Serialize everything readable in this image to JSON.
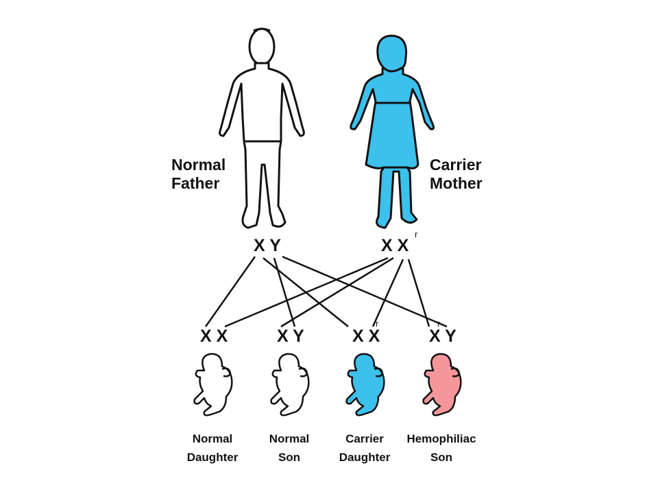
{
  "colors": {
    "carrier": "#3cc0ec",
    "hemophiliac": "#f5979a",
    "normal": "#ffffff",
    "outline": "#111111"
  },
  "parents": {
    "father": {
      "label_line1": "Normal",
      "label_line2": "Father",
      "genotype": [
        "X",
        "Y"
      ]
    },
    "mother": {
      "label_line1": "Carrier",
      "label_line2": "Mother",
      "genotype": [
        "X",
        "X"
      ],
      "allele_superscript": "r"
    }
  },
  "children": [
    {
      "genotype": [
        "X",
        "X"
      ],
      "superscript": "",
      "label_line1": "Normal",
      "label_line2": "Daughter",
      "status": "normal"
    },
    {
      "genotype": [
        "X",
        "Y"
      ],
      "superscript": "",
      "label_line1": "Normal",
      "label_line2": "Son",
      "status": "normal"
    },
    {
      "genotype": [
        "X",
        "X"
      ],
      "superscript": "r",
      "label_line1": "Carrier",
      "label_line2": "Daughter",
      "status": "carrier"
    },
    {
      "genotype": [
        "X",
        "Y"
      ],
      "superscript": "r",
      "label_line1": "Hemophiliac",
      "label_line2": "Son",
      "status": "hemophiliac"
    }
  ]
}
